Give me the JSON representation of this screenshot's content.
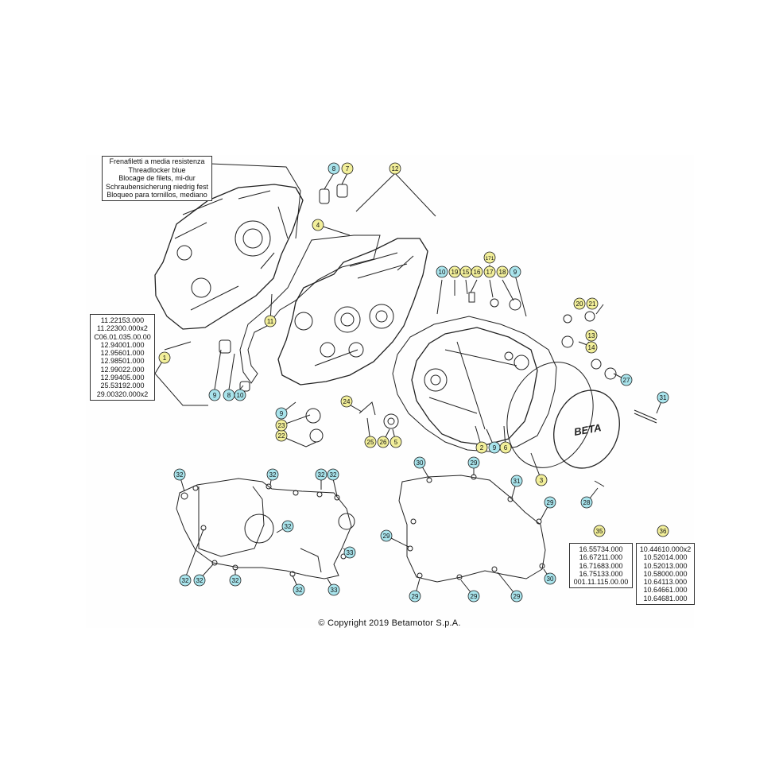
{
  "threadlocker_note": {
    "lines": [
      "Frenafiletti a media resistenza",
      "Threadlocker blue",
      "Blocage de filets, mi-dur",
      "Schraubensicherung niedrig fest",
      "Bloqueo para tornillos, mediano"
    ]
  },
  "code_tables": [
    {
      "callout": "1",
      "codes": [
        "11.22153.000",
        "11.22300.000x2",
        "C06.01.035.00.00",
        "12.94001.000",
        "12.95601.000",
        "12.98501.000",
        "12.99022.000",
        "12.99405.000",
        "25.53192.000",
        "29.00320.000x2"
      ]
    },
    {
      "callout": "35",
      "codes": [
        "16.55734.000",
        "16.67211.000",
        "16.71683.000",
        "16.75133.000",
        "001.11.115.00.00"
      ]
    },
    {
      "callout": "36",
      "codes": [
        "10.44610.000x2",
        "10.52014.000",
        "10.52013.000",
        "10.58000.000",
        "10.64113.000",
        "10.64661.000",
        "10.64681.000"
      ]
    }
  ],
  "callouts": [
    {
      "label": "1",
      "color": "yellow"
    },
    {
      "label": "2",
      "color": "yellow"
    },
    {
      "label": "3",
      "color": "yellow"
    },
    {
      "label": "4",
      "color": "yellow"
    },
    {
      "label": "5",
      "color": "yellow"
    },
    {
      "label": "6",
      "color": "yellow"
    },
    {
      "label": "7",
      "color": "yellow"
    },
    {
      "label": "8",
      "color": "cyan"
    },
    {
      "label": "8",
      "color": "cyan"
    },
    {
      "label": "9",
      "color": "cyan"
    },
    {
      "label": "9",
      "color": "cyan"
    },
    {
      "label": "9",
      "color": "cyan"
    },
    {
      "label": "9",
      "color": "cyan"
    },
    {
      "label": "10",
      "color": "cyan"
    },
    {
      "label": "10",
      "color": "cyan"
    },
    {
      "label": "11",
      "color": "yellow"
    },
    {
      "label": "12",
      "color": "yellow"
    },
    {
      "label": "13",
      "color": "yellow"
    },
    {
      "label": "14",
      "color": "yellow"
    },
    {
      "label": "15",
      "color": "yellow"
    },
    {
      "label": "16",
      "color": "yellow"
    },
    {
      "label": "17",
      "color": "yellow"
    },
    {
      "label": "171",
      "color": "yellow"
    },
    {
      "label": "18",
      "color": "yellow"
    },
    {
      "label": "19",
      "color": "yellow"
    },
    {
      "label": "20",
      "color": "yellow"
    },
    {
      "label": "21",
      "color": "yellow"
    },
    {
      "label": "22",
      "color": "yellow"
    },
    {
      "label": "23",
      "color": "yellow"
    },
    {
      "label": "24",
      "color": "yellow"
    },
    {
      "label": "25",
      "color": "yellow"
    },
    {
      "label": "26",
      "color": "yellow"
    },
    {
      "label": "27",
      "color": "cyan"
    },
    {
      "label": "28",
      "color": "cyan"
    },
    {
      "label": "29",
      "color": "cyan"
    },
    {
      "label": "30",
      "color": "cyan"
    },
    {
      "label": "31",
      "color": "cyan"
    },
    {
      "label": "32",
      "color": "cyan"
    },
    {
      "label": "33",
      "color": "cyan"
    },
    {
      "label": "35",
      "color": "yellow"
    },
    {
      "label": "36",
      "color": "yellow"
    }
  ],
  "cover_logo_text": "BETA",
  "copyright": "© Copyright 2019 Betamotor S.p.A.",
  "colors": {
    "callout_yellow": "#f2ef9a",
    "callout_cyan": "#a9e4ec",
    "line": "#222222"
  }
}
